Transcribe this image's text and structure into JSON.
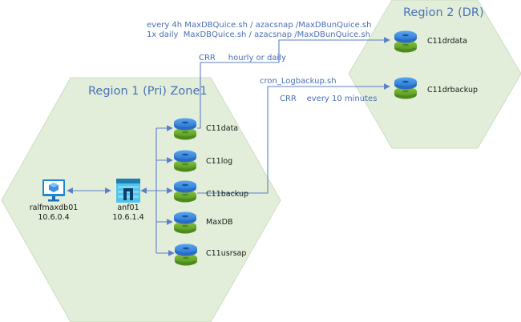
{
  "colors": {
    "region_fill": "#e2eed9",
    "region_stroke": "#cfdcc4",
    "connector": "#5b7fc6",
    "label_blue": "#4a6fb5",
    "disk_top": "#3d8be3",
    "disk_bottom": "#6aae2e"
  },
  "regions": {
    "primary": {
      "title": "Region 1 (Pri) Zone1"
    },
    "dr": {
      "title": "Region 2 (DR)"
    }
  },
  "annotations": {
    "snapshot_line1": "every 4h MaxDBQuice.sh / azacsnap /MaxDBunQuice.sh",
    "snapshot_line2": "1x daily  MaxDBQuice.sh / azacsnap /MaxDBunQuice.sh",
    "crr_data": "CRR     hourly or daily",
    "cron_log": "cron_Logbackup.sh",
    "crr_log": "CRR    every 10 minutes"
  },
  "vm": {
    "name": "ralfmaxdb01",
    "ip": "10.6.0.4",
    "icon": "virtual-machine-icon"
  },
  "anf": {
    "name": "anf01",
    "ip": "10.6.1.4",
    "icon": "netapp-files-icon"
  },
  "primary_volumes": [
    {
      "name": "C11data"
    },
    {
      "name": "C11log"
    },
    {
      "name": "C11backup"
    },
    {
      "name": "MaxDB"
    },
    {
      "name": "C11usrsap"
    }
  ],
  "dr_volumes": [
    {
      "name": "C11drdata"
    },
    {
      "name": "C11drbackup"
    }
  ]
}
